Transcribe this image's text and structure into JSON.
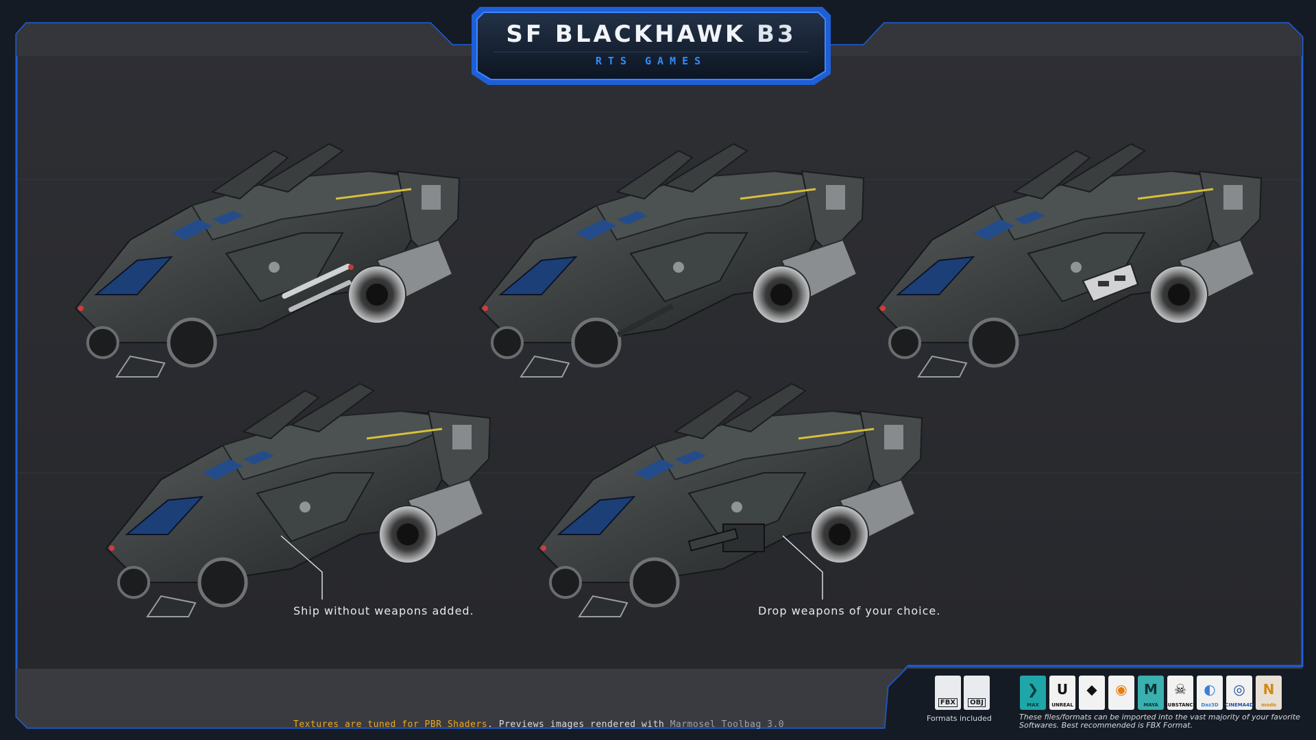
{
  "header": {
    "title_prefix": "SF BLACKHAWK",
    "title_model": "B3",
    "subtitle": "RTS GAMES"
  },
  "ships": [
    {
      "variant": "missiles"
    },
    {
      "variant": "cannon"
    },
    {
      "variant": "pod"
    },
    {
      "variant": "no-weapons"
    },
    {
      "variant": "heavy-gun"
    }
  ],
  "captions": {
    "left": "Ship without weapons added.",
    "right": "Drop weapons of your choice."
  },
  "footer": {
    "textures_note": "Textures are tuned for PBR Shaders",
    "previews_note": ". Previews images rendered with ",
    "renderer": "Marmosel Toolbag 3.0"
  },
  "formats": {
    "items": [
      "FBX",
      "OBJ"
    ],
    "label": "Formats included"
  },
  "software": {
    "items": [
      {
        "name": "MAX",
        "color": "#1fa6a8",
        "glyph": "❯",
        "glyph_color": "#0a3a3c"
      },
      {
        "name": "UNREAL",
        "color": "#f2f2f2",
        "glyph": "U",
        "glyph_color": "#111111"
      },
      {
        "name": "",
        "color": "#f2f2f2",
        "glyph": "◆",
        "glyph_color": "#111111"
      },
      {
        "name": "",
        "color": "#f2f2f2",
        "glyph": "◉",
        "glyph_color": "#e87d0d"
      },
      {
        "name": "MAYA",
        "color": "#3bb0b0",
        "glyph": "M",
        "glyph_color": "#0b3535"
      },
      {
        "name": "SUBSTANCE",
        "color": "#f2f2f2",
        "glyph": "☠",
        "glyph_color": "#111111"
      },
      {
        "name": "Daz3D",
        "color": "#f2f2f2",
        "glyph": "◐",
        "glyph_color": "#3a7fd6"
      },
      {
        "name": "CINEMA4D",
        "color": "#f2f2f2",
        "glyph": "◎",
        "glyph_color": "#1c4fa0"
      },
      {
        "name": "modo",
        "color": "#e8e0d4",
        "glyph": "N",
        "glyph_color": "#d08a1a"
      }
    ],
    "note": "These files/formats can be imported into the vast majority of your favorite Softwares. Best recommended is FBX Format."
  },
  "colors": {
    "frame_blue": "#1e5fd8",
    "panel": "#2b2c31",
    "accent_orange": "#f0a81c"
  }
}
